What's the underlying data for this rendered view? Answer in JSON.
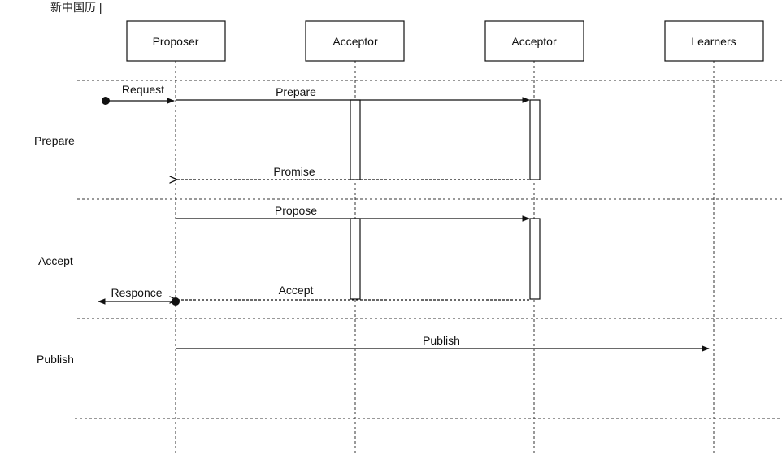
{
  "top_fragment": "新中国历 |",
  "participants": [
    {
      "id": "proposer",
      "label": "Proposer"
    },
    {
      "id": "acceptor1",
      "label": "Acceptor"
    },
    {
      "id": "acceptor2",
      "label": "Acceptor"
    },
    {
      "id": "learners",
      "label": "Learners"
    }
  ],
  "phases": [
    {
      "id": "prepare",
      "label": "Prepare"
    },
    {
      "id": "accept",
      "label": "Accept"
    },
    {
      "id": "publish",
      "label": "Publish"
    }
  ],
  "messages": [
    {
      "id": "request",
      "label": "Request"
    },
    {
      "id": "prepare",
      "label": "Prepare"
    },
    {
      "id": "promise",
      "label": "Promise"
    },
    {
      "id": "propose",
      "label": "Propose"
    },
    {
      "id": "accept",
      "label": "Accept"
    },
    {
      "id": "responce",
      "label": "Responce"
    },
    {
      "id": "publish",
      "label": "Publish"
    }
  ]
}
